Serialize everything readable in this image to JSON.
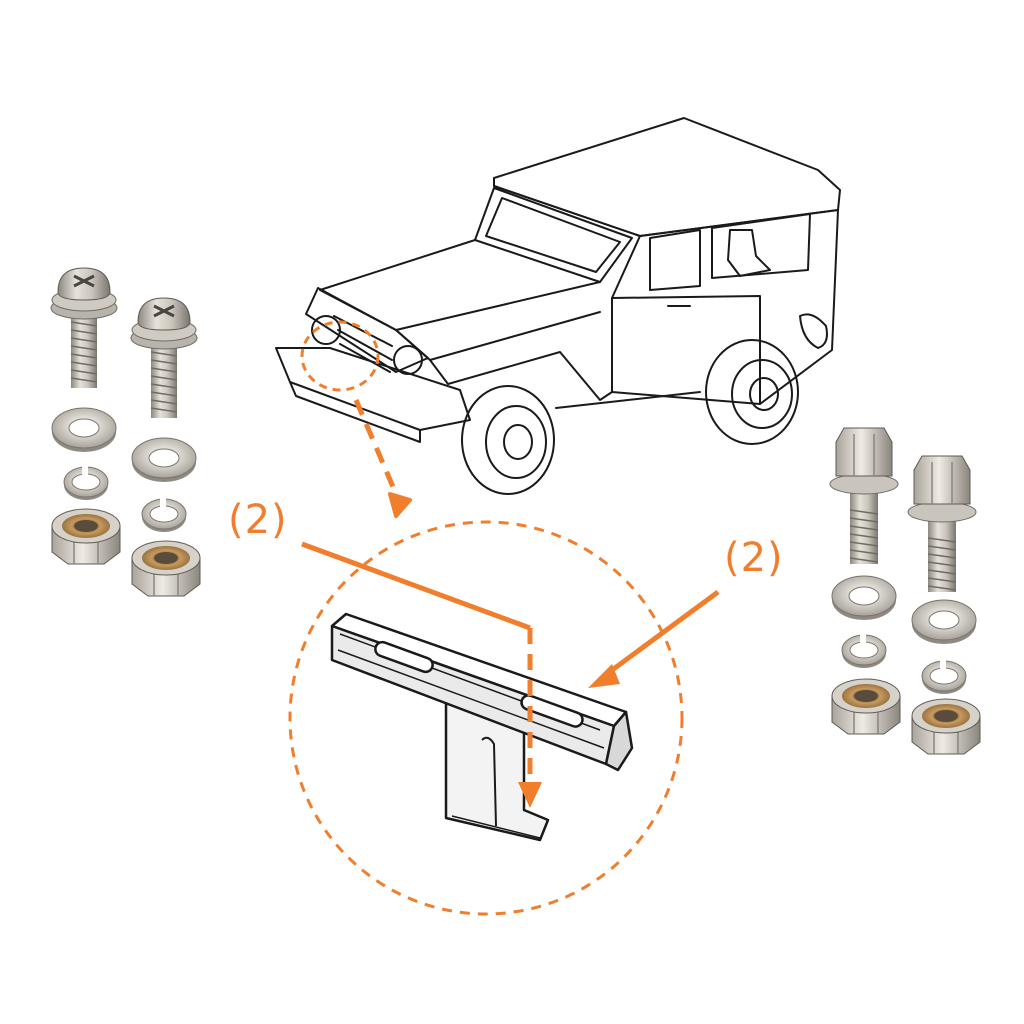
{
  "labels": {
    "left_quantity": "(2)",
    "right_quantity": "(2)"
  },
  "colors": {
    "accent": "#f07e2c",
    "line_art": "#1a1a1a",
    "metal_light": "#d8d4cc",
    "metal_mid": "#aaa69c",
    "metal_dark": "#6f6c66",
    "brass": "#b8864a"
  },
  "icons": {
    "vehicle": "vehicle-line-drawing",
    "bracket": "bracket-part",
    "screw": "phillips-screw-icon",
    "hex_bolt": "hex-bolt-icon",
    "flat_washer": "flat-washer-icon",
    "lock_washer": "lock-washer-icon",
    "nut": "hex-nut-icon"
  }
}
